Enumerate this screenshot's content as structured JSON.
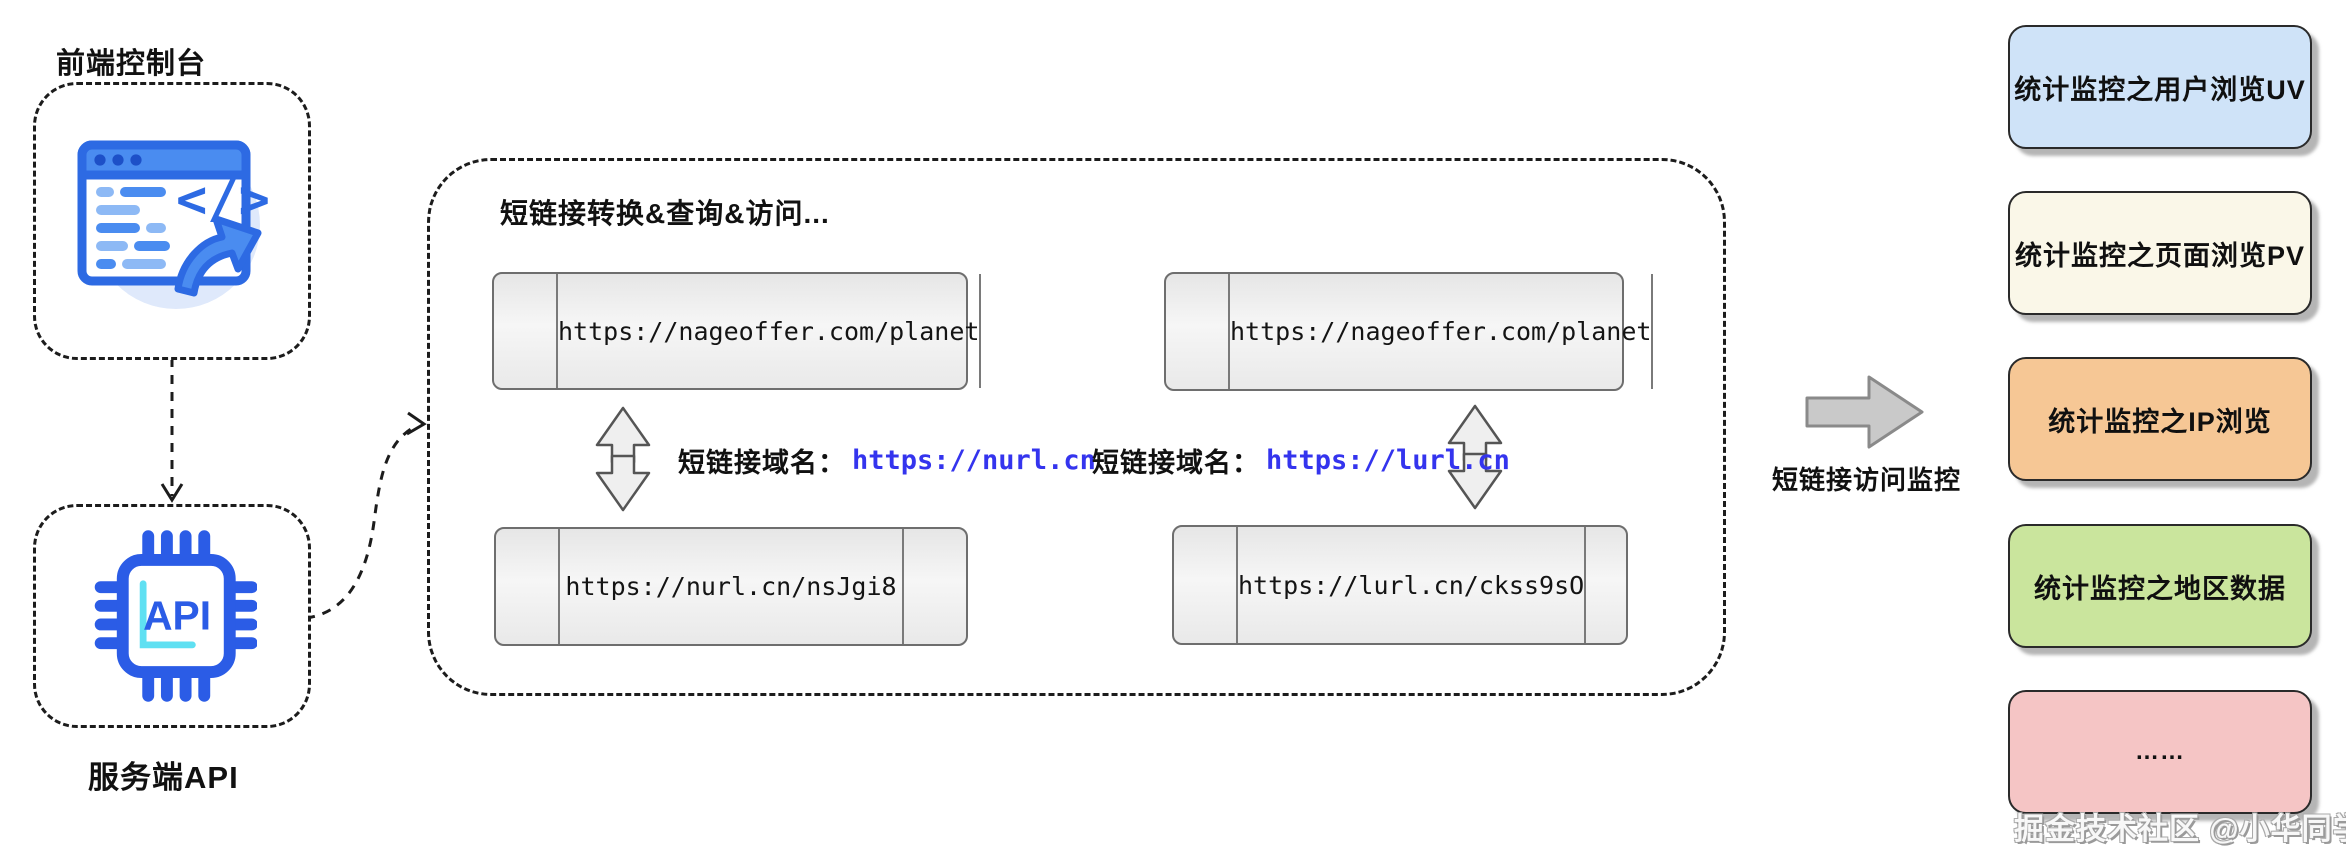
{
  "frontend": {
    "label": "前端控制台"
  },
  "backend": {
    "label": "服务端API",
    "chip_text": "API"
  },
  "process_group": {
    "title": "短链接转换&查询&访问...",
    "pairs": [
      {
        "long_url": "https://nageoffer.com/planet",
        "short_url": "https://nurl.cn/nsJgi8",
        "domain_label": "短链接域名：",
        "domain": "https://nurl.cn"
      },
      {
        "long_url": "https://nageoffer.com/planet",
        "short_url": "https://lurl.cn/ckss9sO",
        "domain_label": "短链接域名：",
        "domain": "https://lurl.cn"
      }
    ]
  },
  "monitor_arrow": {
    "label": "短链接访问监控"
  },
  "monitor_items": [
    {
      "label": "统计监控之用户浏览UV",
      "color": "#cfe3f8"
    },
    {
      "label": "统计监控之页面浏览PV",
      "color": "#faf7e8"
    },
    {
      "label": "统计监控之IP浏览",
      "color": "#f6c795"
    },
    {
      "label": "统计监控之地区数据",
      "color": "#cae59d"
    },
    {
      "label": "……",
      "color": "#f5c5c5"
    }
  ],
  "watermark": "掘金技术社区 @小华同学ai",
  "colors": {
    "domain_url_blue": "#3434ee",
    "icon_blue": "#2d6ae3",
    "icon_deep_blue": "#1d50c8",
    "icon_cyan": "#5fe0f2",
    "arrow_gray_fill": "#c9c9c9",
    "arrow_gray_stroke": "#8a8a8a",
    "double_arrow_fill": "#efefef",
    "double_arrow_stroke": "#555555"
  }
}
